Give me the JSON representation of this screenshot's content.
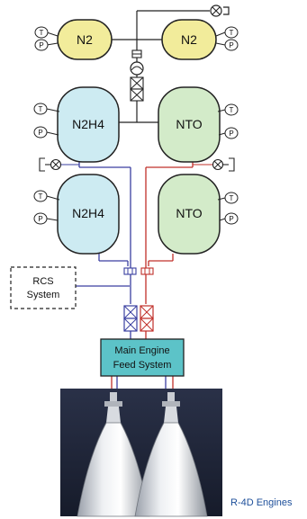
{
  "tanks": {
    "n2_left": "N2",
    "n2_right": "N2",
    "fuel_top": "N2H4",
    "ox_top": "NTO",
    "fuel_bottom": "N2H4",
    "ox_bottom": "NTO"
  },
  "gauges": {
    "temperature": "T",
    "pressure": "P"
  },
  "rcs": {
    "line1": "RCS",
    "line2": "System"
  },
  "feed": {
    "line1": "Main Engine",
    "line2": "Feed System"
  },
  "caption": "R-4D Engines",
  "colors": {
    "n2_fill": "#f2ec9b",
    "fuel_fill": "#cdebf2",
    "ox_fill": "#d3ebc9",
    "fuel_line": "#3a3fa0",
    "ox_line": "#c0302a",
    "feed_fill": "#5cc3c8",
    "caption": "#1d4f9a"
  }
}
